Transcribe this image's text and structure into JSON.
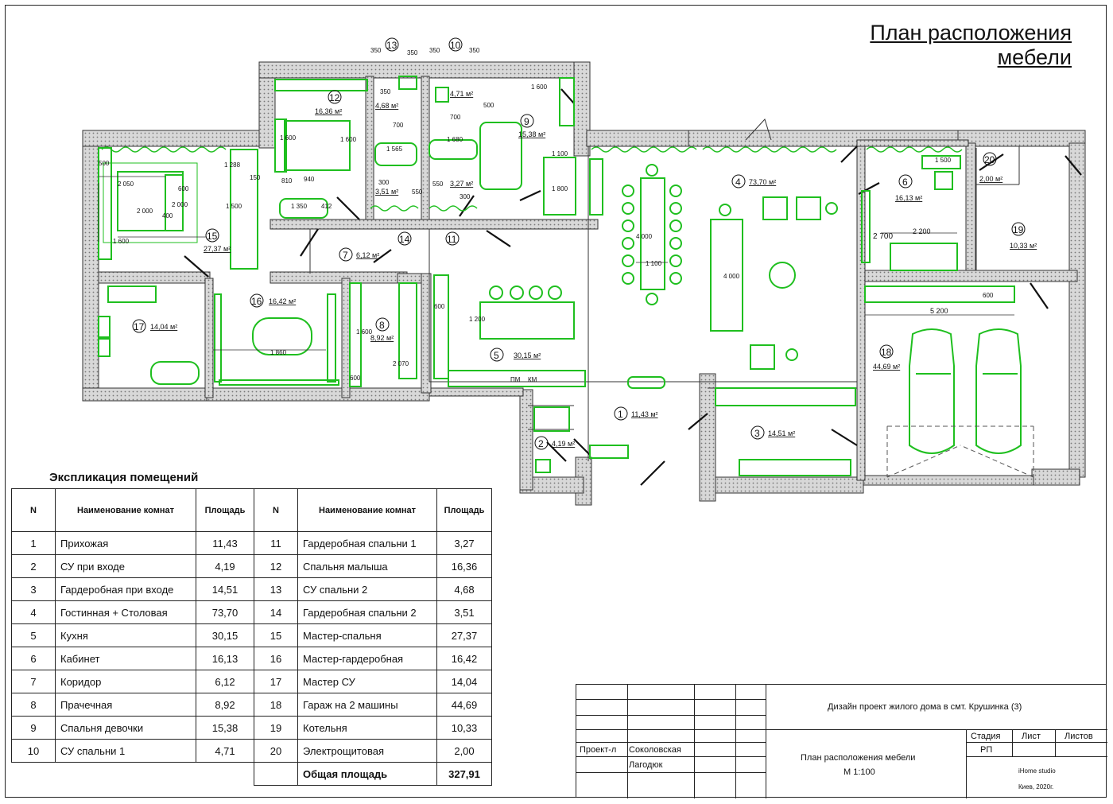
{
  "title": {
    "line1": "План расположения",
    "line2": "мебели"
  },
  "rooms": [
    {
      "num": "1",
      "area": "11,43 м²"
    },
    {
      "num": "2",
      "area": "4,19 м²"
    },
    {
      "num": "3",
      "area": "14,51 м²"
    },
    {
      "num": "4",
      "area": "73,70 м²"
    },
    {
      "num": "5",
      "area": "30,15 м²"
    },
    {
      "num": "6",
      "area": "16,13 м²"
    },
    {
      "num": "7",
      "area": "6,12 м²"
    },
    {
      "num": "8",
      "area": "8,92 м²"
    },
    {
      "num": "9",
      "area": "15,38 м²"
    },
    {
      "num": "10",
      "area": "4,71 м²"
    },
    {
      "num": "11",
      "area": "3,27 м²"
    },
    {
      "num": "12",
      "area": "16,36 м²"
    },
    {
      "num": "13",
      "area": "4,68 м²"
    },
    {
      "num": "14",
      "area": "3,51 м²"
    },
    {
      "num": "15",
      "area": "27,37 м²"
    },
    {
      "num": "16",
      "area": "16,42 м²"
    },
    {
      "num": "17",
      "area": "14,04 м²"
    },
    {
      "num": "18",
      "area": "44,69 м²"
    },
    {
      "num": "19",
      "area": "10,33 м²"
    },
    {
      "num": "20",
      "area": "2,00 м²"
    }
  ],
  "dims": [
    "350",
    "350",
    "350",
    "350",
    "1 600",
    "500",
    "1 600",
    "1 100",
    "1 288",
    "150",
    "810",
    "940",
    "1 350",
    "412",
    "1 565",
    "700",
    "700",
    "1 680",
    "350",
    "550",
    "550",
    "300",
    "300",
    "1 800",
    "500",
    "2 050",
    "600",
    "1 600",
    "2 000",
    "2 000",
    "400",
    "1 500",
    "1 600",
    "4 000",
    "1 100",
    "4 000",
    "1 500",
    "2 200",
    "2 700",
    "5 200",
    "600",
    "1 200",
    "600",
    "1 860",
    "2 070",
    "600",
    "1 600",
    "ПМ",
    "КМ"
  ],
  "explication": {
    "title": "Экспликация помещений",
    "headers": {
      "n": "N",
      "name": "Наименование комнат",
      "area": "Площадь"
    },
    "left": [
      {
        "n": "1",
        "name": "Прихожая",
        "area": "11,43"
      },
      {
        "n": "2",
        "name": "СУ при входе",
        "area": "4,19"
      },
      {
        "n": "3",
        "name": "Гардеробная при входе",
        "area": "14,51"
      },
      {
        "n": "4",
        "name": "Гостинная + Столовая",
        "area": "73,70"
      },
      {
        "n": "5",
        "name": "Кухня",
        "area": "30,15"
      },
      {
        "n": "6",
        "name": "Кабинет",
        "area": "16,13"
      },
      {
        "n": "7",
        "name": "Коридор",
        "area": "6,12"
      },
      {
        "n": "8",
        "name": "Прачечная",
        "area": "8,92"
      },
      {
        "n": "9",
        "name": "Спальня девочки",
        "area": "15,38"
      },
      {
        "n": "10",
        "name": "СУ спальни 1",
        "area": "4,71"
      }
    ],
    "right": [
      {
        "n": "11",
        "name": "Гардеробная спальни 1",
        "area": "3,27"
      },
      {
        "n": "12",
        "name": "Спальня малыша",
        "area": "16,36"
      },
      {
        "n": "13",
        "name": "СУ спальни 2",
        "area": "4,68"
      },
      {
        "n": "14",
        "name": "Гардеробная спальни 2",
        "area": "3,51"
      },
      {
        "n": "15",
        "name": "Мастер-спальня",
        "area": "27,37"
      },
      {
        "n": "16",
        "name": "Мастер-гардеробная",
        "area": "16,42"
      },
      {
        "n": "17",
        "name": "Мастер СУ",
        "area": "14,04"
      },
      {
        "n": "18",
        "name": "Гараж на 2 машины",
        "area": "44,69"
      },
      {
        "n": "19",
        "name": "Котельня",
        "area": "10,33"
      },
      {
        "n": "20",
        "name": "Электрощитовая",
        "area": "2,00"
      }
    ],
    "total_label": "Общая площадь",
    "total_value": "327,91"
  },
  "stamp": {
    "project": "Дизайн проект жилого дома в смт. Крушинка (3)",
    "role": "Проект-л",
    "author1": "Соколовская",
    "author2": "Лагодюк",
    "sheet_title": "План расположения мебели",
    "scale": "М 1:100",
    "stage_label": "Стадия",
    "sheet_label": "Лист",
    "sheets_label": "Листов",
    "stage_value": "РП",
    "studio": "iHome studio",
    "city": "Киев,  2020г."
  },
  "colors": {
    "furniture": "#1fbf1f",
    "wall": "#8a8a8a",
    "line": "#222222"
  }
}
